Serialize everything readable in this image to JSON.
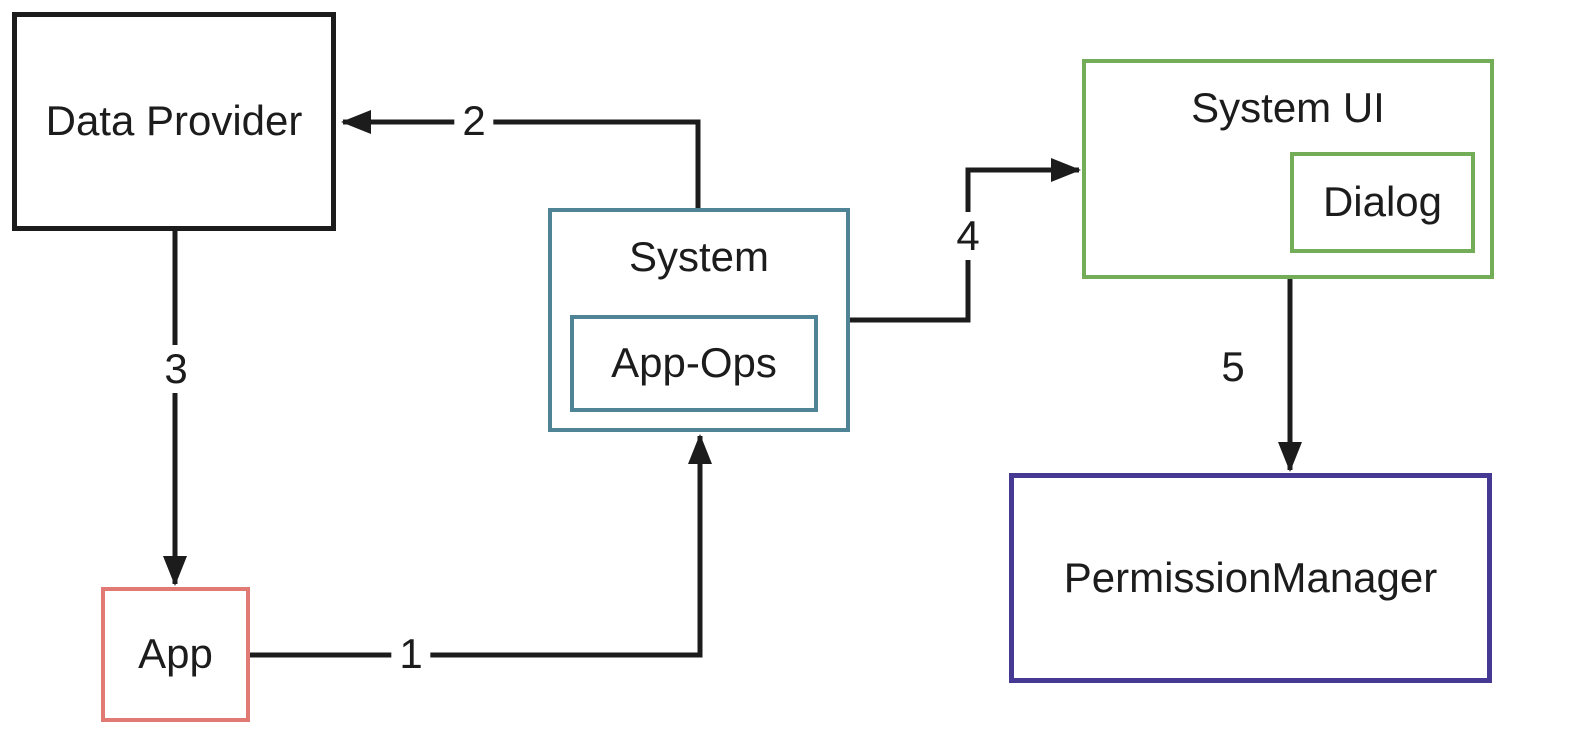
{
  "diagram": {
    "type": "flow-diagram",
    "background_color": "#ffffff",
    "arrow_color": "#1c1c1c",
    "nodes": {
      "data_provider": {
        "label": "Data Provider",
        "border_color": "#1c1c1c"
      },
      "system": {
        "label": "System",
        "border_color": "#4e8495"
      },
      "app_ops": {
        "label": "App-Ops",
        "border_color": "#4e8495",
        "parent": "system"
      },
      "system_ui": {
        "label": "System UI",
        "border_color": "#74ad58"
      },
      "dialog": {
        "label": "Dialog",
        "border_color": "#74ad58",
        "parent": "system_ui"
      },
      "permission_manager": {
        "label": "PermissionManager",
        "border_color": "#453994"
      },
      "app": {
        "label": "App",
        "border_color": "#e07a72"
      }
    },
    "edges": {
      "e1": {
        "label": "1",
        "from": "app",
        "to": "system"
      },
      "e2": {
        "label": "2",
        "from": "system",
        "to": "data_provider"
      },
      "e3": {
        "label": "3",
        "from": "data_provider",
        "to": "app"
      },
      "e4": {
        "label": "4",
        "from": "system",
        "to": "system_ui"
      },
      "e5": {
        "label": "5",
        "from": "system_ui",
        "to": "permission_manager"
      }
    }
  }
}
